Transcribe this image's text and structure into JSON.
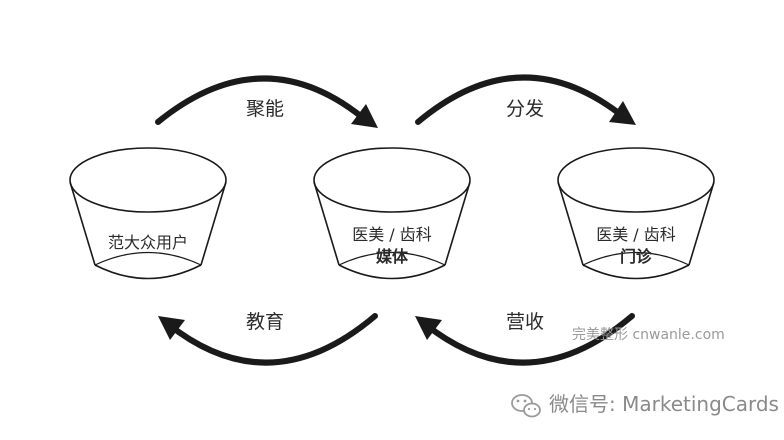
{
  "arrows": {
    "top_left": "聚能",
    "top_right": "分发",
    "bottom_left": "教育",
    "bottom_right": "营收"
  },
  "buckets": [
    {
      "line1": "范大众用户",
      "line2": ""
    },
    {
      "line1": "医美 / 齿科",
      "line2": "媒体"
    },
    {
      "line1": "医美 / 齿科",
      "line2": "门诊"
    }
  ],
  "watermark": {
    "site": "完美整形 cnwanle.com",
    "wechat_id": "微信号: MarketingCards"
  },
  "icons": {
    "wechat": "wechat-logo-icon"
  },
  "colors": {
    "stroke": "#1a1a1a",
    "text": "#2b2b2b",
    "watermark": "#9a9a9a"
  }
}
